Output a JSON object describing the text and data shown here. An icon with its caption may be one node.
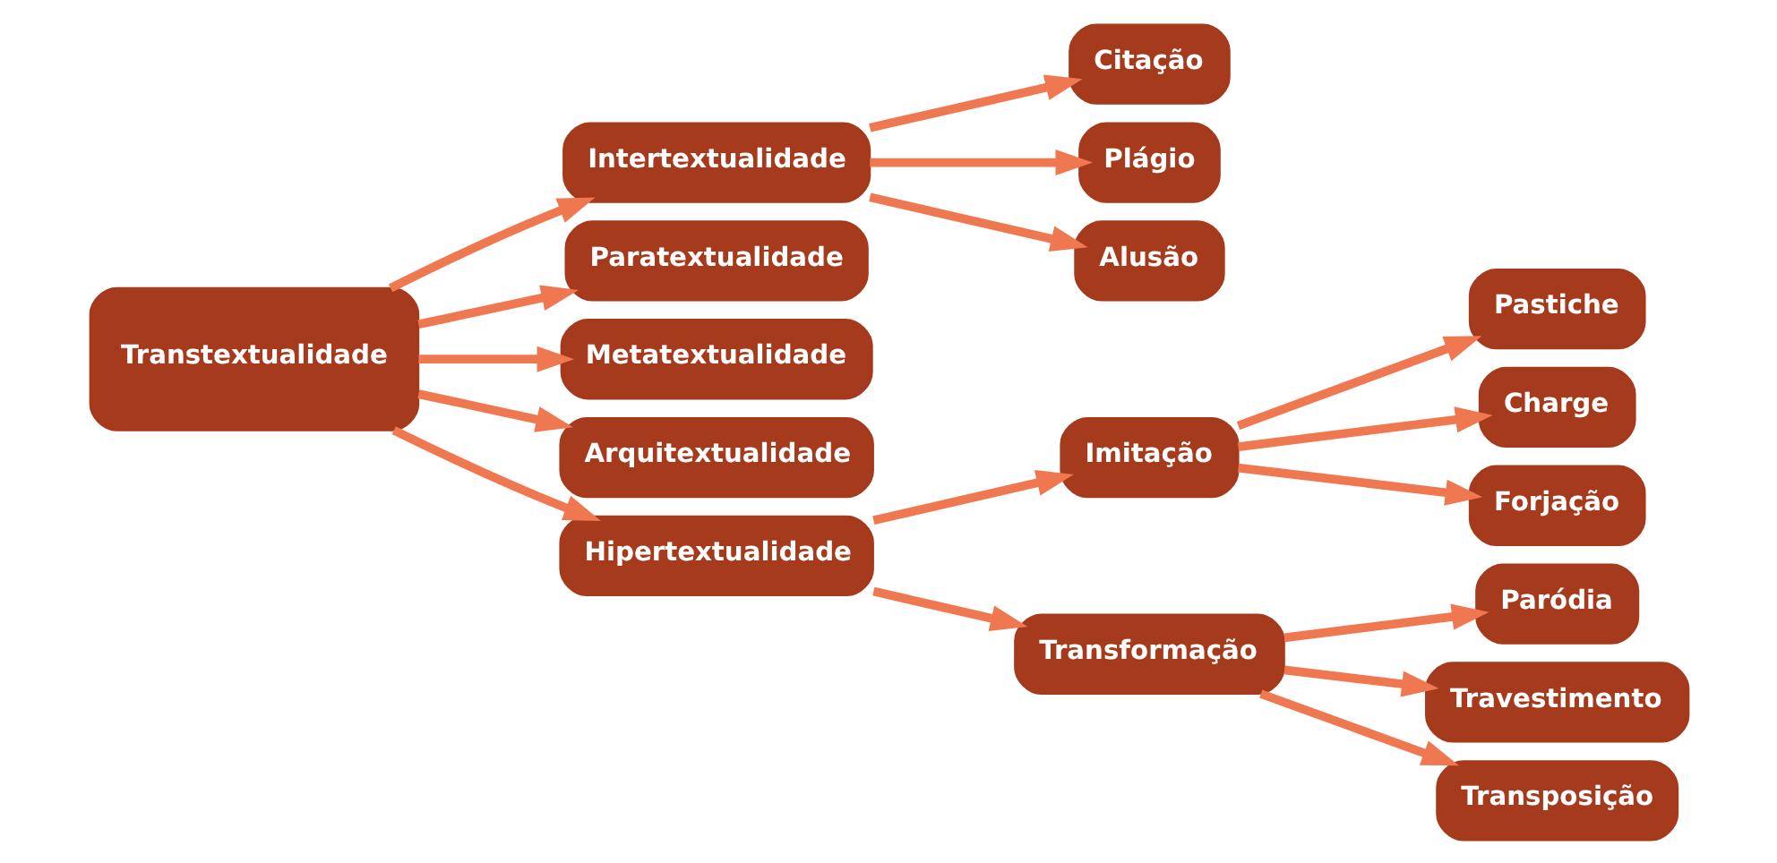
{
  "diagram": {
    "nodes": [
      {
        "text": [
          "Transtextualidade"
        ]
      },
      {
        "text": [
          "Intertextualidade"
        ]
      },
      {
        "text": [
          "Paratextualidade"
        ]
      },
      {
        "text": [
          "Metatextualidade"
        ]
      },
      {
        "text": [
          "Arquitextualidade"
        ]
      },
      {
        "text": [
          "Hipertextualidade"
        ]
      },
      {
        "text": [
          "Citação"
        ]
      },
      {
        "text": [
          "Plágio"
        ]
      },
      {
        "text": [
          "Alusão"
        ]
      },
      {
        "text": [
          "Imitação"
        ]
      },
      {
        "text": [
          "Transformação"
        ]
      },
      {
        "text": [
          "Pastiche"
        ]
      },
      {
        "text": [
          "Charge"
        ]
      },
      {
        "text": [
          "Forjação"
        ]
      },
      {
        "text": [
          "Paródia"
        ]
      },
      {
        "text": [
          "Travestimento"
        ]
      },
      {
        "text": [
          "Transposição"
        ]
      }
    ],
    "edges": [
      {
        "from": 0,
        "to": 1,
        "arrow": "to"
      },
      {
        "from": 0,
        "to": 2,
        "arrow": "to"
      },
      {
        "from": 0,
        "to": 3,
        "arrow": "to"
      },
      {
        "from": 0,
        "to": 4,
        "arrow": "to"
      },
      {
        "from": 0,
        "to": 5,
        "arrow": "to"
      },
      {
        "from": 1,
        "to": 6,
        "arrow": "to"
      },
      {
        "from": 1,
        "to": 7,
        "arrow": "to"
      },
      {
        "from": 1,
        "to": 8,
        "arrow": "to"
      },
      {
        "from": 5,
        "to": 9,
        "arrow": "to"
      },
      {
        "from": 5,
        "to": 10,
        "arrow": "to"
      },
      {
        "from": 9,
        "to": 11,
        "arrow": "to"
      },
      {
        "from": 9,
        "to": 12,
        "arrow": "to"
      },
      {
        "from": 9,
        "to": 13,
        "arrow": "to"
      },
      {
        "from": 10,
        "to": 14,
        "arrow": "to"
      },
      {
        "from": 10,
        "to": 15,
        "arrow": "to"
      },
      {
        "from": 10,
        "to": 16,
        "arrow": "to"
      }
    ]
  }
}
